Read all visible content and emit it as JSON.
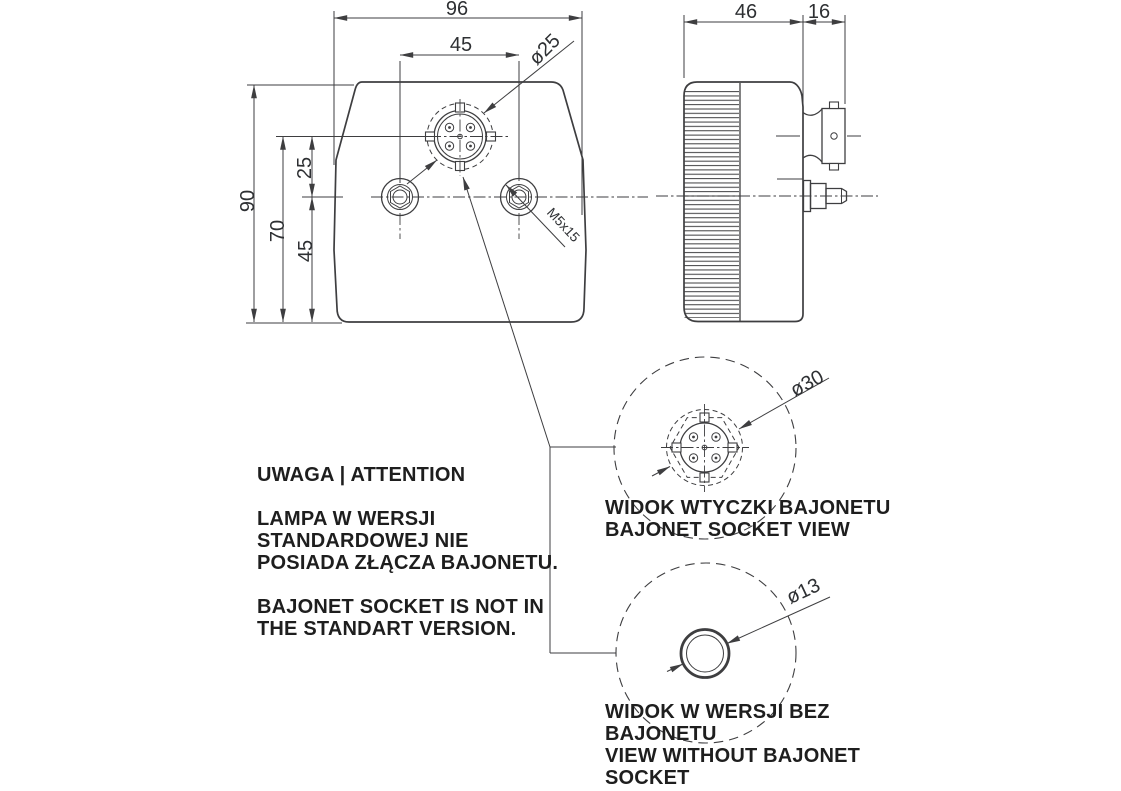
{
  "colors": {
    "line": "#3e3e40",
    "dimension_text": "#2e3033",
    "note_text": "#1e1e1e",
    "background": "#ffffff"
  },
  "front_view": {
    "dim_width": "96",
    "dim_bolt_spacing": "45",
    "dim_height": "90",
    "dim_centerline_to_bottom": "70",
    "dim_connector_to_centerline": "25",
    "dim_bolts_to_bottom": "45",
    "connector_diameter": "ø25",
    "stud_thread": "M5x15"
  },
  "side_view": {
    "dim_body_depth": "46",
    "dim_connector_length": "16"
  },
  "detail_bayonet": {
    "diameter": "ø30",
    "caption_line1": "WIDOK WTYCZKI BAJONETU",
    "caption_line2": "BAJONET SOCKET VIEW"
  },
  "detail_plain": {
    "diameter": "ø13",
    "caption_line1": "WIDOK W WERSJI BEZ",
    "caption_line2": "BAJONETU",
    "caption_line3": "VIEW WITHOUT BAJONET",
    "caption_line4": "SOCKET"
  },
  "notes": {
    "heading": "UWAGA | ATTENTION",
    "pl_line1": "LAMPA W WERSJI",
    "pl_line2": "STANDARDOWEJ NIE",
    "pl_line3": "POSIADA ZŁĄCZA BAJONETU.",
    "en_line1": "BAJONET SOCKET IS NOT IN",
    "en_line2": "THE STANDART VERSION."
  }
}
